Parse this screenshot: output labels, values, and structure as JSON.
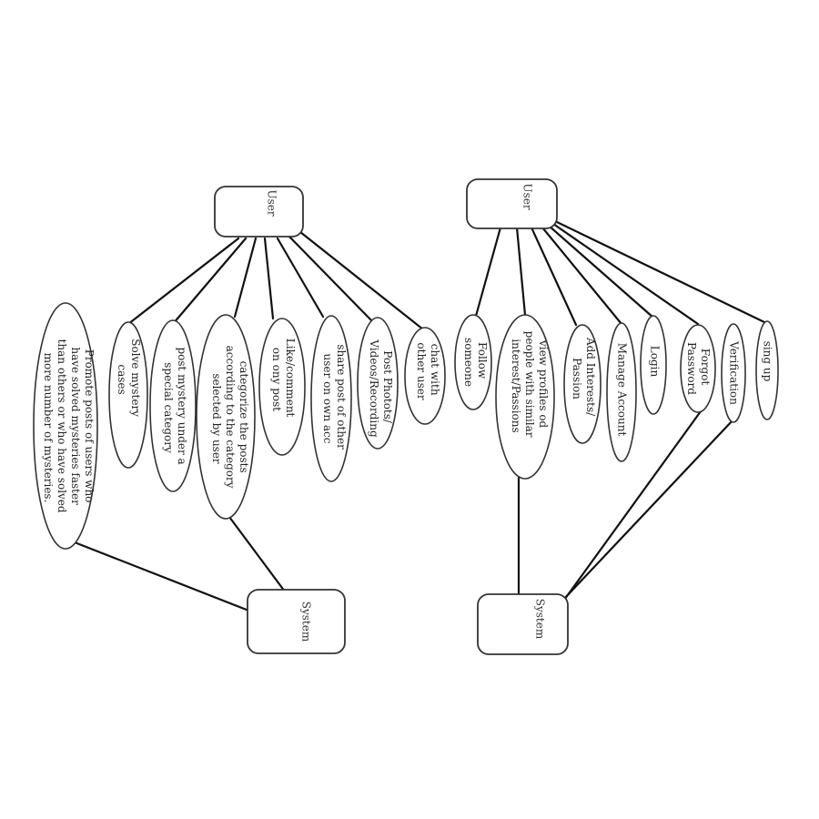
{
  "left": {
    "actor": "User",
    "system": "System",
    "usecases": [
      {
        "id": "promote",
        "lines": [
          "Promote posts of users who",
          "have solved mysteries faster",
          "than others or who have solved",
          "more number of mysteries."
        ]
      },
      {
        "id": "solve",
        "lines": [
          "Solve mystery",
          "cases"
        ]
      },
      {
        "id": "post-mystery",
        "lines": [
          "post mystery under a",
          "special category"
        ]
      },
      {
        "id": "categorize",
        "lines": [
          "categorize the posts",
          "according to the category",
          "selected by user"
        ]
      },
      {
        "id": "like",
        "lines": [
          "Like/comment",
          "on ony post"
        ]
      },
      {
        "id": "share",
        "lines": [
          "share post of other",
          "user on own acc"
        ]
      },
      {
        "id": "post-photos",
        "lines": [
          "Post Photots/",
          "Videos/Recording"
        ]
      },
      {
        "id": "chat",
        "lines": [
          "chat with",
          "other user"
        ]
      }
    ]
  },
  "right": {
    "actor": "User",
    "system": "System",
    "usecases": [
      {
        "id": "follow",
        "lines": [
          "Follow",
          "someone"
        ]
      },
      {
        "id": "view-profiles",
        "lines": [
          "view profiles od",
          "people with similar",
          "interest/Passions"
        ]
      },
      {
        "id": "add-interests",
        "lines": [
          "Add Interests/",
          "Passion"
        ]
      },
      {
        "id": "manage",
        "lines": [
          "Manage Account"
        ]
      },
      {
        "id": "login",
        "lines": [
          "Login"
        ]
      },
      {
        "id": "forgot",
        "lines": [
          "Forgot",
          "Password"
        ]
      },
      {
        "id": "verification",
        "lines": [
          "Verification"
        ]
      },
      {
        "id": "signup",
        "lines": [
          "sing up"
        ]
      }
    ]
  }
}
